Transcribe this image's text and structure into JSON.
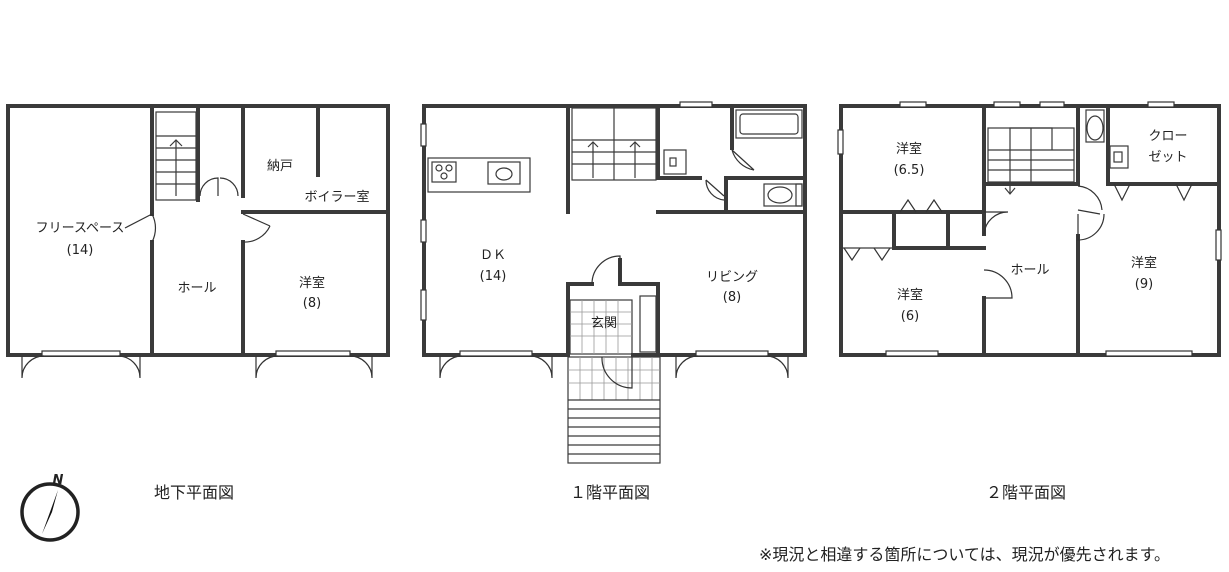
{
  "plans": {
    "basement": {
      "title": "地下平面図",
      "rooms": {
        "free_space": "フリースペース",
        "free_space_size": "(14)",
        "hall": "ホール",
        "storage": "納戸",
        "boiler": "ボイラー室",
        "western": "洋室",
        "western_size": "(8)"
      }
    },
    "floor1": {
      "title": "１階平面図",
      "rooms": {
        "dk": "ＤＫ",
        "dk_size": "(14)",
        "living": "リビング",
        "living_size": "(8)",
        "entrance": "玄関"
      }
    },
    "floor2": {
      "title": "２階平面図",
      "rooms": {
        "western_a": "洋室",
        "western_a_size": "(6.5)",
        "closet_line1": "クロー",
        "closet_line2": "ゼット",
        "hall": "ホール",
        "western_b": "洋室",
        "western_b_size": "(6)",
        "western_c": "洋室",
        "western_c_size": "(9)"
      }
    }
  },
  "compass": {
    "label": "N"
  },
  "note": "※現況と相違する箇所については、現況が優先されます。"
}
